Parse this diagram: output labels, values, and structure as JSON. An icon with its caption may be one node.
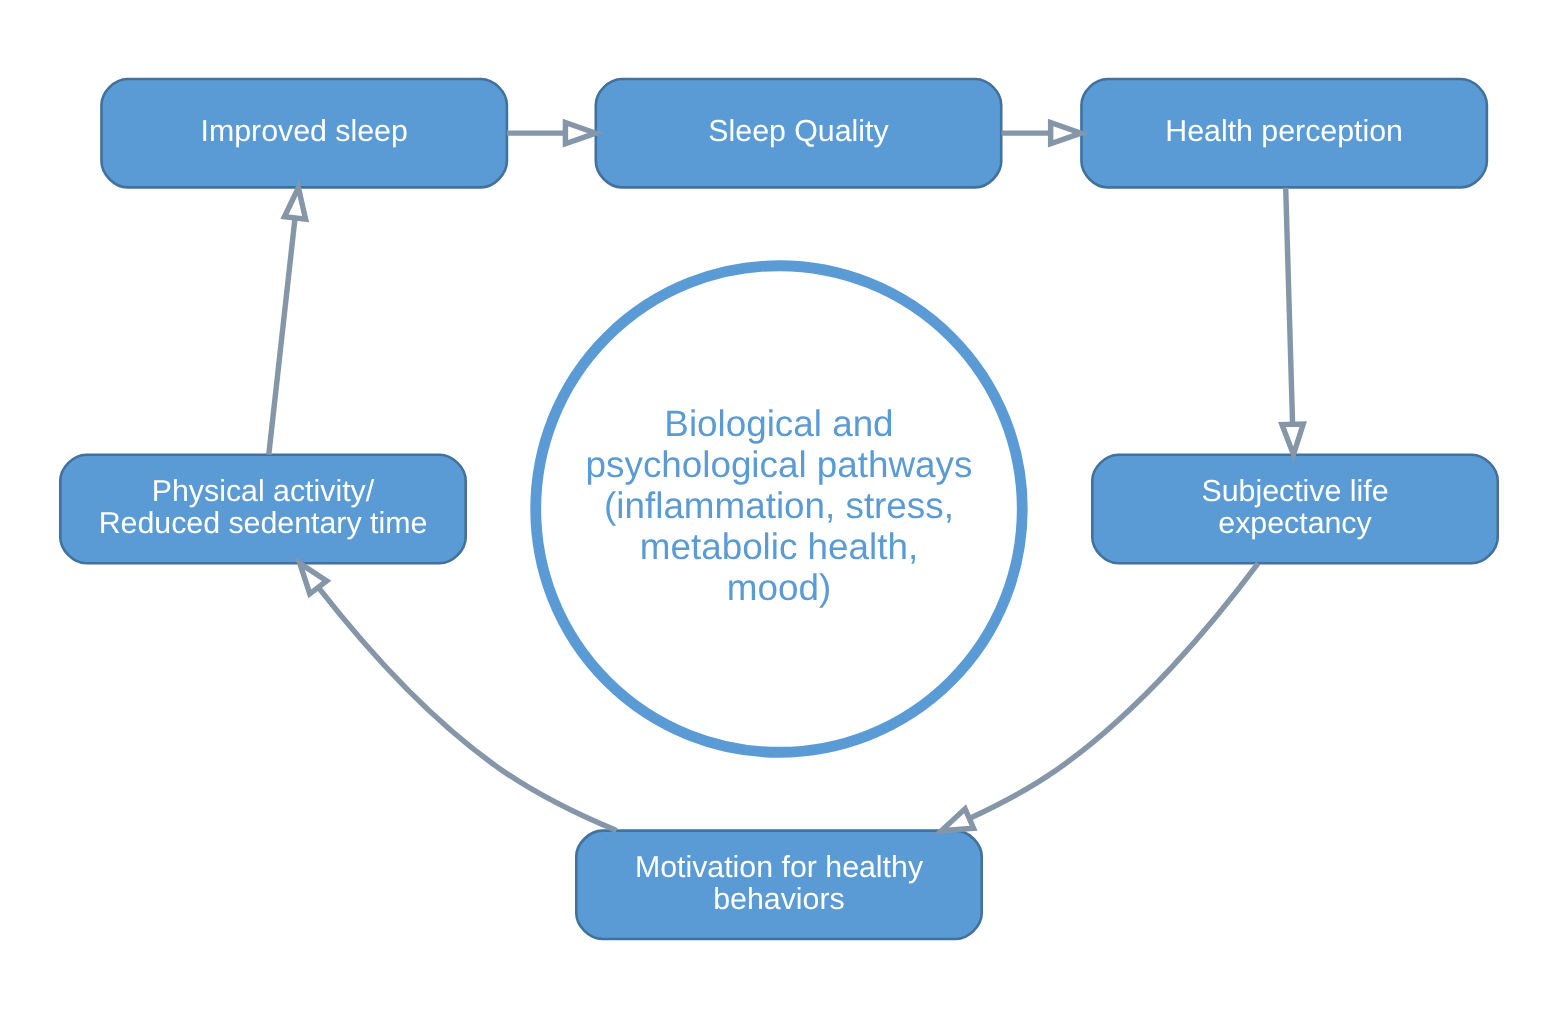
{
  "diagram": {
    "nodes": [
      {
        "text": [
          "Sleep Quality"
        ]
      },
      {
        "text": [
          "Improved sleep"
        ]
      },
      {
        "text": [
          "Health perception"
        ]
      },
      {
        "text": [
          "Biological and psychological pathways (inflammation, stress, metabolic health, mood)"
        ]
      },
      {
        "text": [
          "Physical activity/ Reduced sedentary time"
        ]
      },
      {
        "text": [
          "Subjective life expectancy"
        ]
      },
      {
        "text": [
          "Motivation for healthy behaviors"
        ]
      }
    ],
    "edges": [
      {
        "from": 1,
        "to": 0,
        "arrow": "to"
      },
      {
        "from": 0,
        "to": 2,
        "arrow": "to"
      },
      {
        "from": 2,
        "to": 5,
        "arrow": "to"
      },
      {
        "from": 5,
        "to": 6,
        "arrow": "to"
      },
      {
        "from": 6,
        "to": 4,
        "arrow": "to"
      },
      {
        "from": 4,
        "to": 1,
        "arrow": "to"
      }
    ]
  }
}
